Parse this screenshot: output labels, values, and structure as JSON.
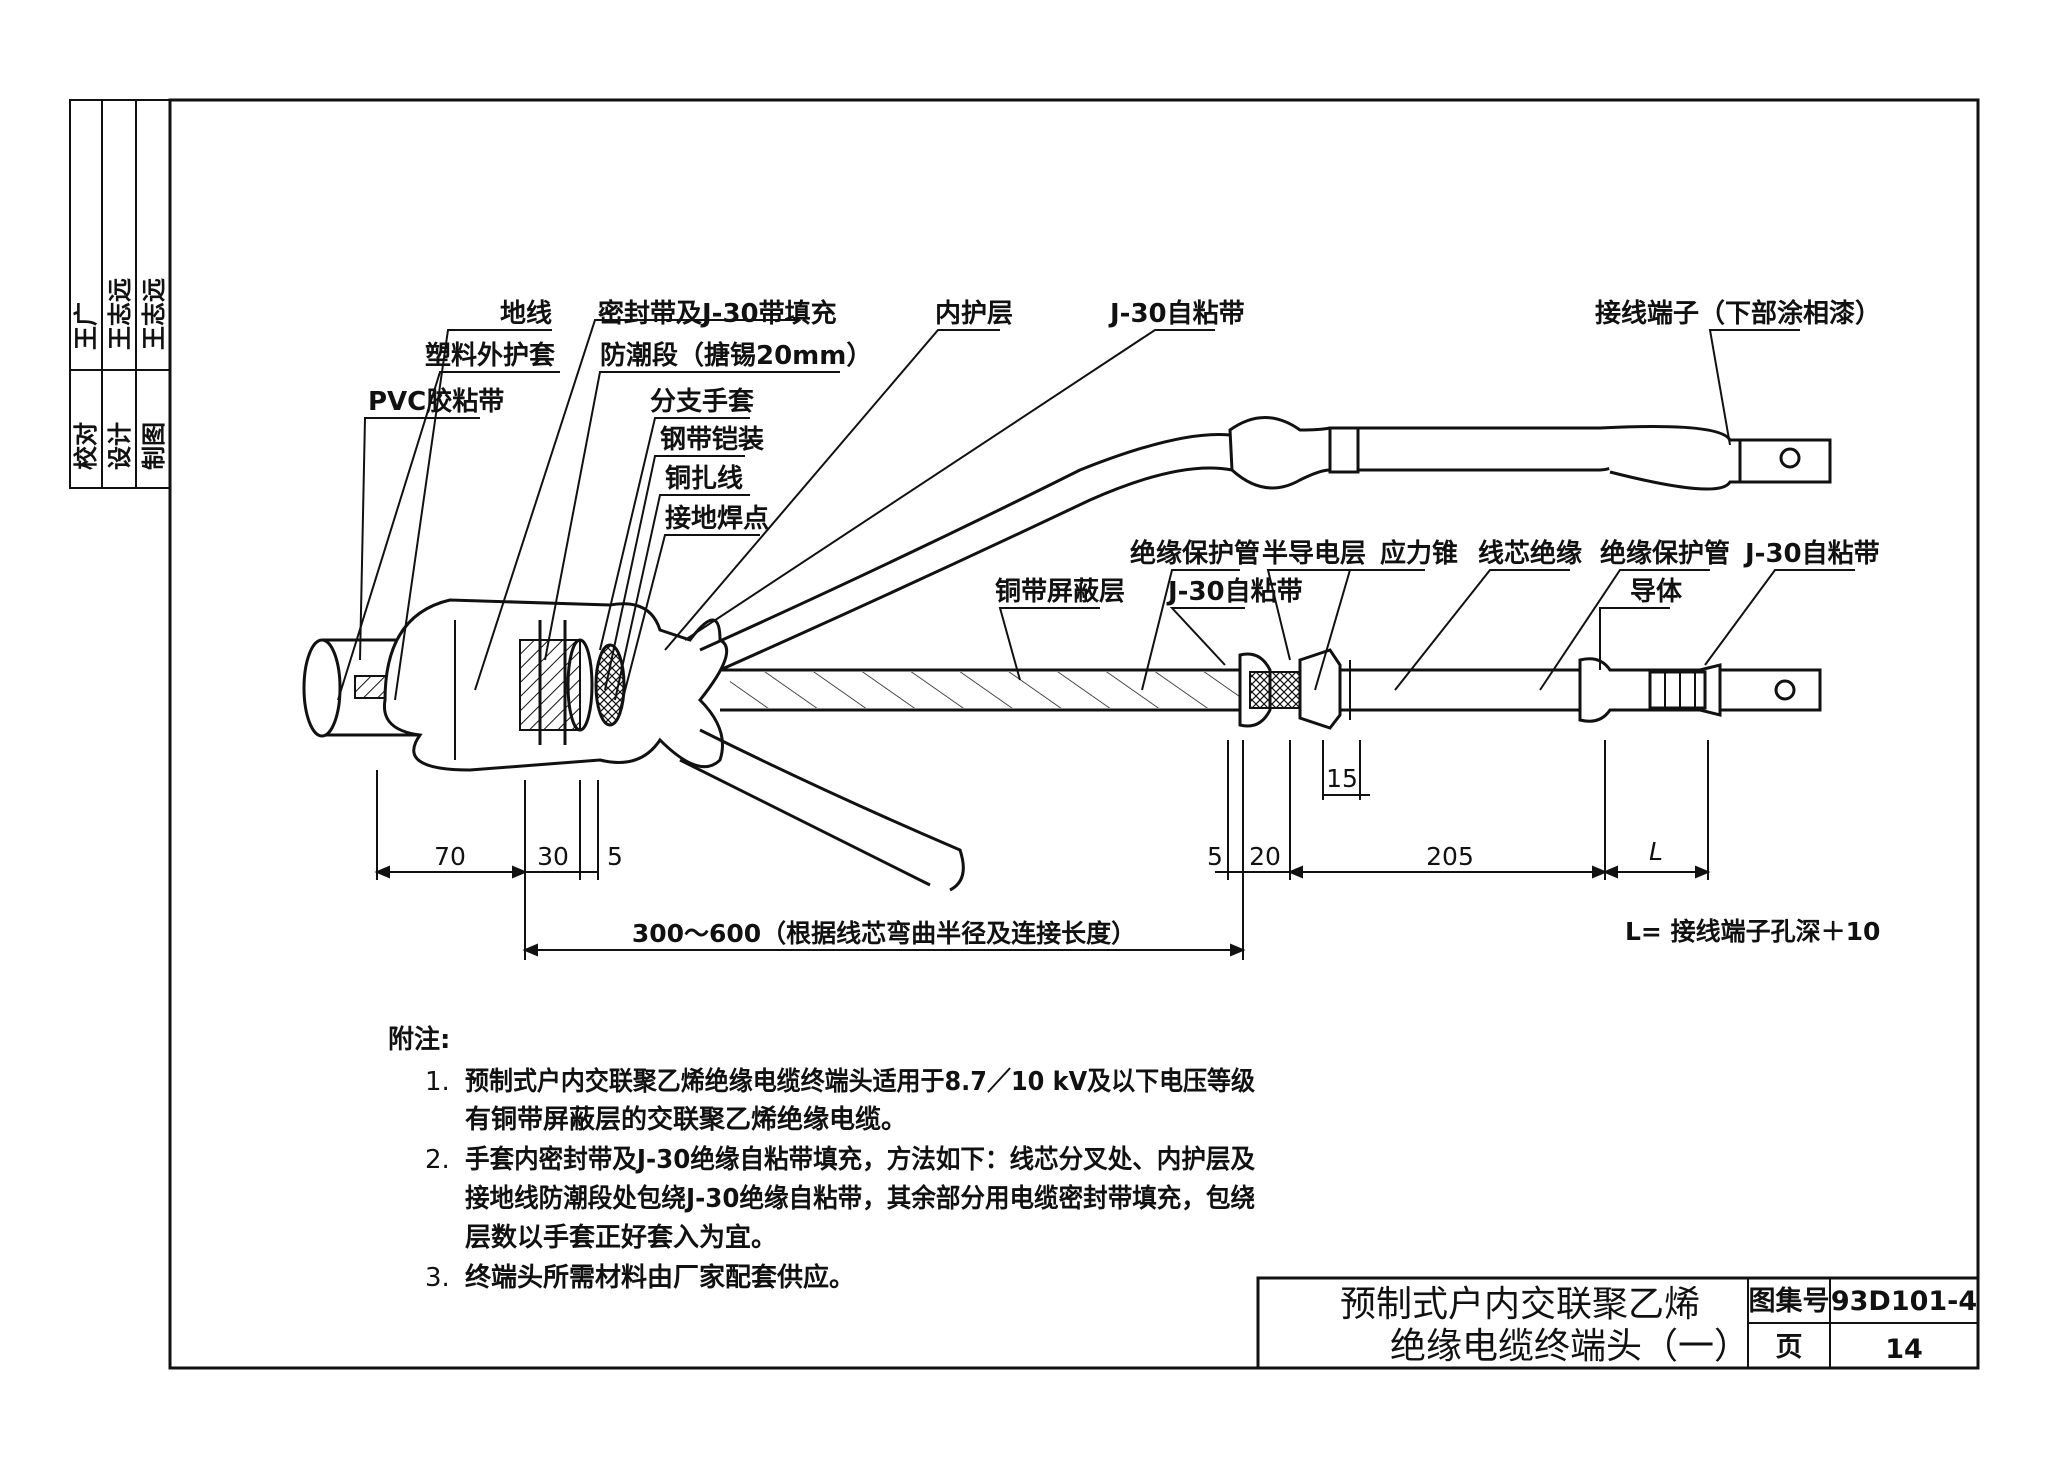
{
  "side_block": {
    "role1": "校对",
    "role2": "设计",
    "role3": "制图",
    "name1": "王广",
    "name2": "王志远",
    "name3": "王志远"
  },
  "labels": {
    "ground_wire": "地线",
    "seal_tape": "密封带及J-30带填充",
    "moisture_section": "防潮段（搪锡20mm）",
    "inner_sheath": "内护层",
    "j30_top": "J-30自粘带",
    "terminal_lug": "接线端子（下部涂相漆）",
    "plastic_sheath": "塑料外护套",
    "pvc_tape": "PVC胶粘带",
    "branch_glove": "分支手套",
    "steel_armor": "钢带铠装",
    "copper_tie": "铜扎线",
    "ground_weld": "接地焊点",
    "insul_tube1": "绝缘保护管",
    "semicon_layer": "半导电层",
    "stress_cone": "应力锥",
    "core_insul": "线芯绝缘",
    "insul_tube2": "绝缘保护管",
    "j30_right": "J-30自粘带",
    "copper_shield": "铜带屏蔽层",
    "j30_mid": "J-30自粘带",
    "conductor": "导体"
  },
  "dimensions": {
    "d70": "70",
    "d30": "30",
    "d5a": "5",
    "d5b": "5",
    "d20": "20",
    "d205": "205",
    "d15": "15",
    "dL": "L",
    "span": "300～600（根据线芯弯曲半径及连接长度）",
    "formula": "L= 接线端子孔深＋10"
  },
  "notes": {
    "heading": "附注:",
    "n1_num": "1.",
    "n1_l1": "预制式户内交联聚乙烯绝缘电缆终端头适用于8.7／10 kV及以下电压等级",
    "n1_l2": "有铜带屏蔽层的交联聚乙烯绝缘电缆。",
    "n2_num": "2.",
    "n2_l1": "手套内密封带及J-30绝缘自粘带填充，方法如下：线芯分叉处、内护层及",
    "n2_l2": "接地线防潮段处包绕J-30绝缘自粘带，其余部分用电缆密封带填充，包绕",
    "n2_l3": "层数以手套正好套入为宜。",
    "n3_num": "3.",
    "n3_l1": "终端头所需材料由厂家配套供应。"
  },
  "title_block": {
    "title_l1": "预制式户内交联聚乙烯",
    "title_l2": "绝缘电缆终端头（一）",
    "atlas_label": "图集号",
    "atlas_no": "93D101-4",
    "page_label": "页",
    "page_no": "14"
  }
}
